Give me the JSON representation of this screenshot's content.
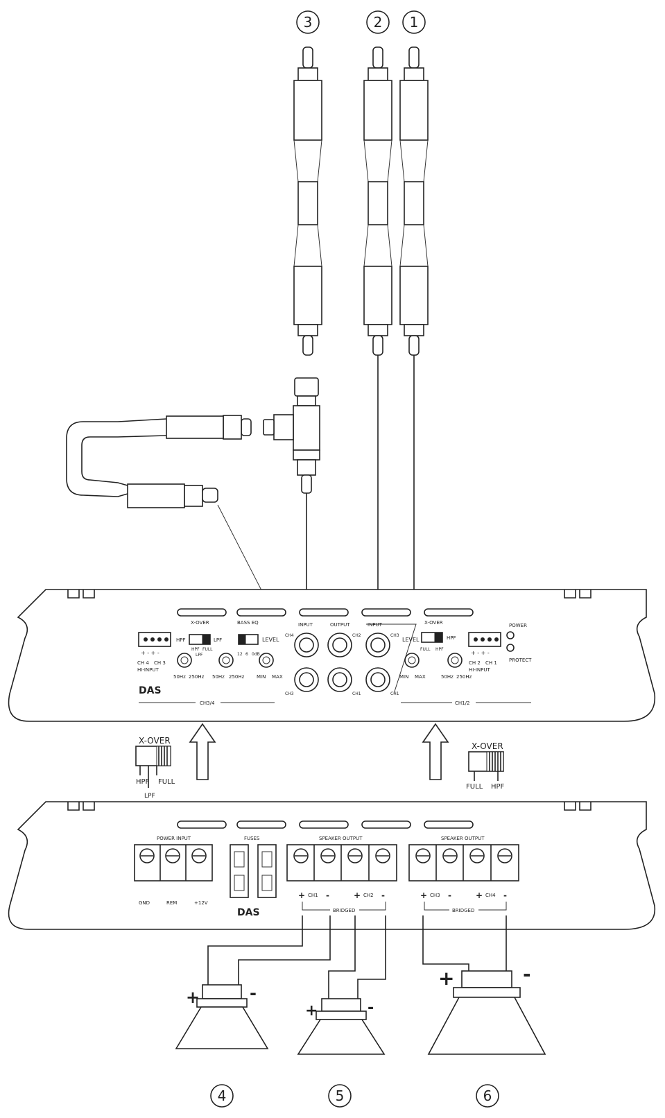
{
  "callouts": [
    "3",
    "2",
    "1",
    "4",
    "5",
    "6"
  ],
  "top_amp": {
    "left_panel": {
      "xover_label": "X-OVER",
      "hpf": "HPF",
      "full": "FULL",
      "lpf": "LPF",
      "lpf_knob": "LPF",
      "bass_eq": "BASS EQ",
      "bass_eq_values": [
        "12",
        "6",
        "0dB"
      ],
      "level": "LEVEL",
      "hpf_range": [
        "50Hz",
        "250Hz"
      ],
      "lpf_range": [
        "50Hz",
        "250Hz"
      ],
      "level_range": [
        "MIN",
        "MAX"
      ],
      "hi_input": "HI-INPUT",
      "hi_input_ch": [
        "CH 4",
        "CH 3"
      ],
      "logo": "DAS",
      "section_label": "CH3/4"
    },
    "rca": {
      "input_left": "INPUT",
      "output": "OUTPUT",
      "input_right": "INPUT",
      "ch_labels_top": [
        "CH4",
        "CH2",
        "CH3"
      ],
      "ch_labels_bottom": [
        "CH3",
        "CH1",
        "CH1"
      ]
    },
    "right_panel": {
      "xover_label": "X-OVER",
      "full": "FULL",
      "hpf": "HPF",
      "level": "LEVEL",
      "level_range": [
        "MIN",
        "MAX"
      ],
      "hpf_range": [
        "50Hz",
        "250Hz"
      ],
      "hi_input": "HI-INPUT",
      "hi_input_ch": [
        "CH 2",
        "CH 1"
      ],
      "power": "POWER",
      "protect": "PROTECT",
      "section_label": "CH1/2"
    }
  },
  "switch_callouts": {
    "left": {
      "title": "X-OVER",
      "hpf": "HPF",
      "full": "FULL",
      "lpf": "LPF"
    },
    "right": {
      "title": "X-OVER",
      "full": "FULL",
      "hpf": "HPF"
    }
  },
  "bottom_amp": {
    "power_input": "POWER INPUT",
    "power_terms": [
      "GND",
      "REM",
      "+12V"
    ],
    "fuses": "FUSES",
    "speaker_output_1": "SPEAKER OUTPUT",
    "speaker_output_2": "SPEAKER OUTPUT",
    "ch_labels": [
      "CH1",
      "CH2",
      "CH3",
      "CH4"
    ],
    "bridged_1": "BRIDGED",
    "bridged_2": "BRIDGED",
    "logo": "DAS",
    "plus": "+",
    "minus": "-"
  },
  "speakers": {
    "plus": "+",
    "minus": "-"
  }
}
